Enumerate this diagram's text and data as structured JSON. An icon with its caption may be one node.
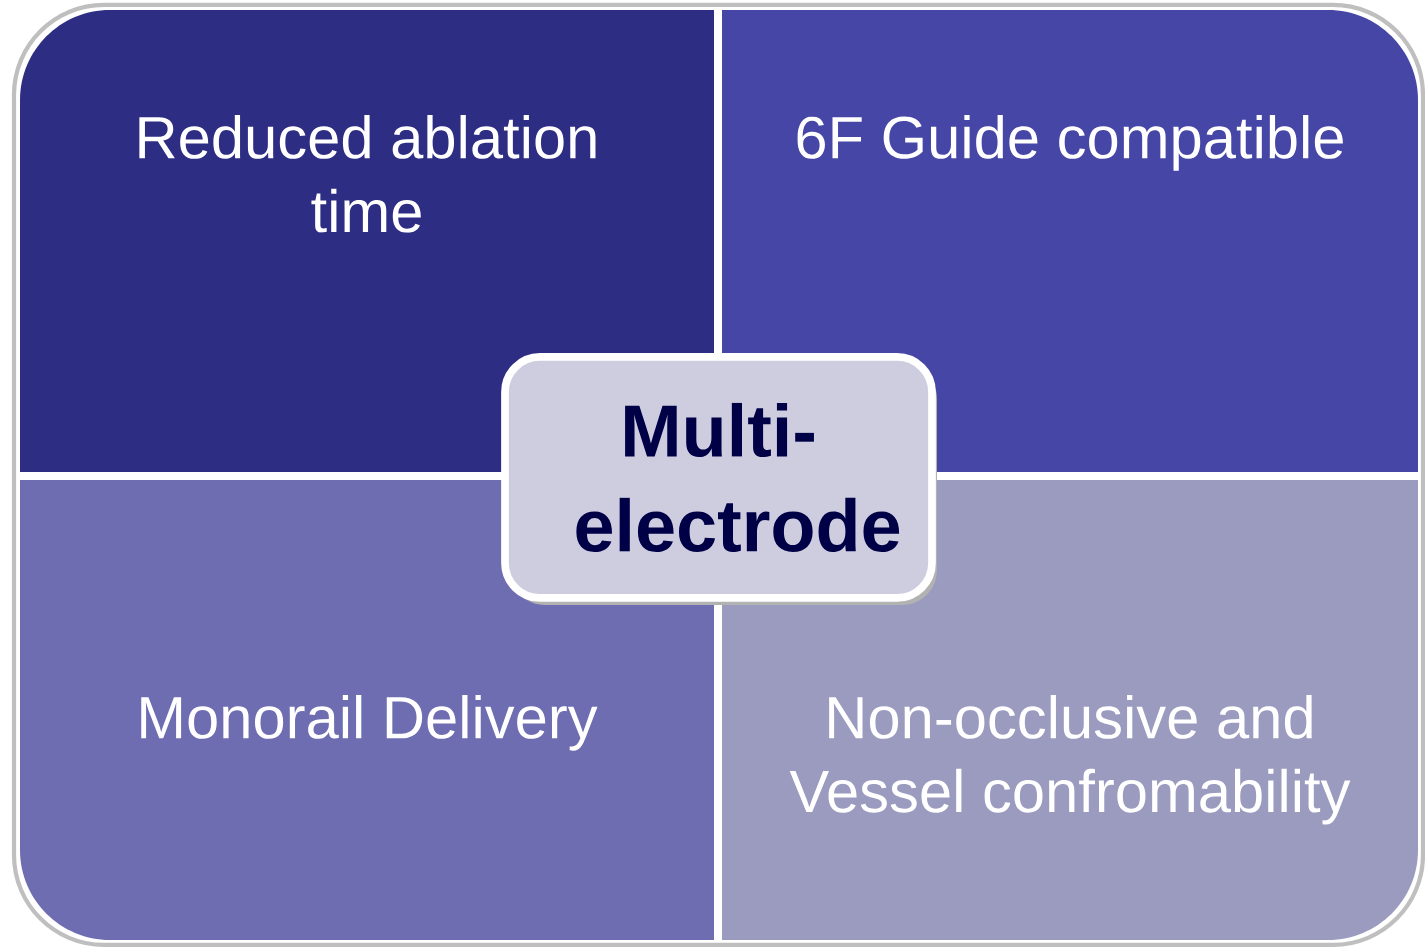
{
  "diagram": {
    "nodes": [
      {
        "text": [
          "Reduced ablation time"
        ]
      },
      {
        "text": [
          "6F Guide compatible"
        ]
      },
      {
        "text": [
          "Monorail Delivery"
        ]
      },
      {
        "text": [
          "Non-occlusive and Vessel confromability"
        ]
      },
      {
        "text": [
          "Multi-electrode"
        ]
      }
    ]
  }
}
